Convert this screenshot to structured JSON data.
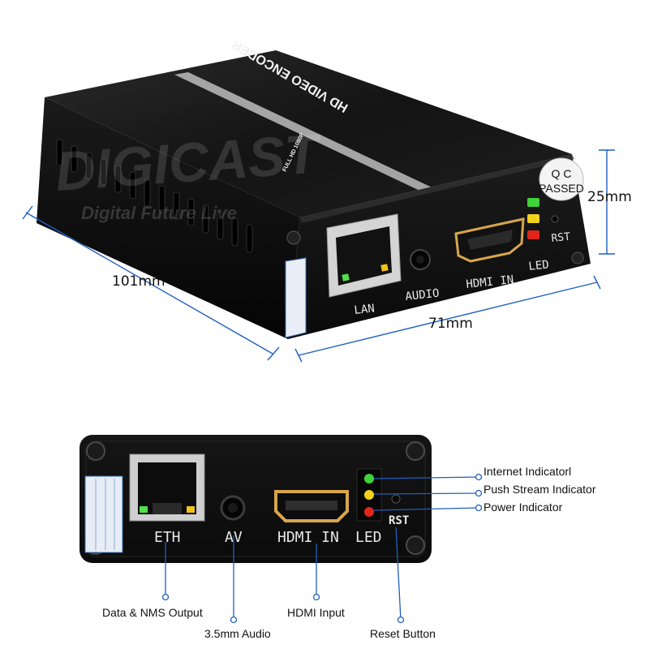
{
  "top_view": {
    "brand_watermark": "DIGICAST",
    "brand_tagline": "Digital Future Live",
    "lid_text": "HD VIDEO ENCODER",
    "label_text": "FULL HD 1080P",
    "qc_sticker": {
      "line1": "Q C",
      "line2": "PASSED"
    },
    "port_labels": {
      "lan": "LAN",
      "audio": "AUDIO",
      "hdmi": "HDMI IN",
      "led": "LED",
      "rst": "RST"
    },
    "dimensions": {
      "length": "101mm",
      "width": "71mm",
      "height": "25mm"
    }
  },
  "front_view": {
    "port_labels": {
      "eth": "ETH",
      "av": "AV",
      "hdmi": "HDMI IN",
      "led": "LED",
      "rst": "RST"
    },
    "callouts": {
      "internet": "Internet Indicatorl",
      "push_stream": "Push Stream Indicator",
      "power": "Power Indicator",
      "data": "Data & NMS Output",
      "audio": "3.5mm Audio",
      "hdmi": "HDMI Input",
      "reset": "Reset Button"
    },
    "led_colors": {
      "internet": "#3fd23a",
      "push_stream": "#f2d21a",
      "power": "#e0261a"
    }
  },
  "accent_color": "#1f5fbf"
}
